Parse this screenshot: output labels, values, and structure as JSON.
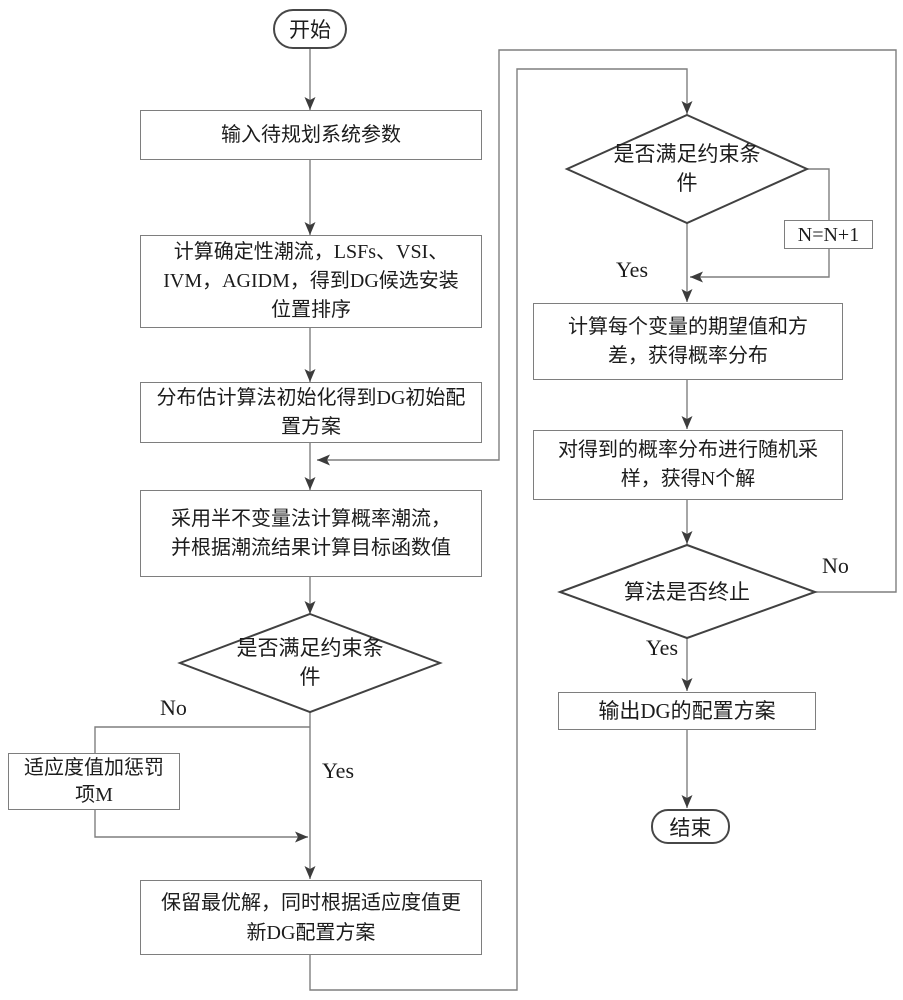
{
  "nodes": {
    "start": "开始",
    "input_params": "输入待规划系统参数",
    "calc_deterministic": "计算确定性潮流，LSFs、VSI、\nIVM，AGIDM，得到DG候选安装\n位置排序",
    "eda_init": "分布估计算法初始化得到DG初始配\n置方案",
    "cumulant_flow": "采用半不变量法计算概率潮流，\n并根据潮流结果计算目标函数值",
    "constraint_check_left": "是否满足约束条\n件",
    "penalty": "适应度值加惩罚\n项M",
    "keep_best": "保留最优解，同时根据适应度值更\n新DG配置方案",
    "constraint_check_right": "是否满足约束条\n件",
    "n_increment": "N=N+1",
    "expectation_variance": "计算每个变量的期望值和方\n差，获得概率分布",
    "random_sampling": "对得到的概率分布进行随机采\n样，获得N个解",
    "terminate_check": "算法是否终止",
    "output_dg": "输出DG的配置方案",
    "end": "结束"
  },
  "edge_labels": {
    "left_no": "No",
    "left_yes": "Yes",
    "right_top_yes": "Yes",
    "right_bottom_no": "No",
    "right_bottom_yes": "Yes"
  },
  "colors": {
    "background": "#ffffff",
    "box_border": "#7e7e7e",
    "diamond_stroke": "#414141",
    "connector_line": "#7f7f7f",
    "arrowhead": "#3c3c3c",
    "text": "#1c1c1c"
  }
}
